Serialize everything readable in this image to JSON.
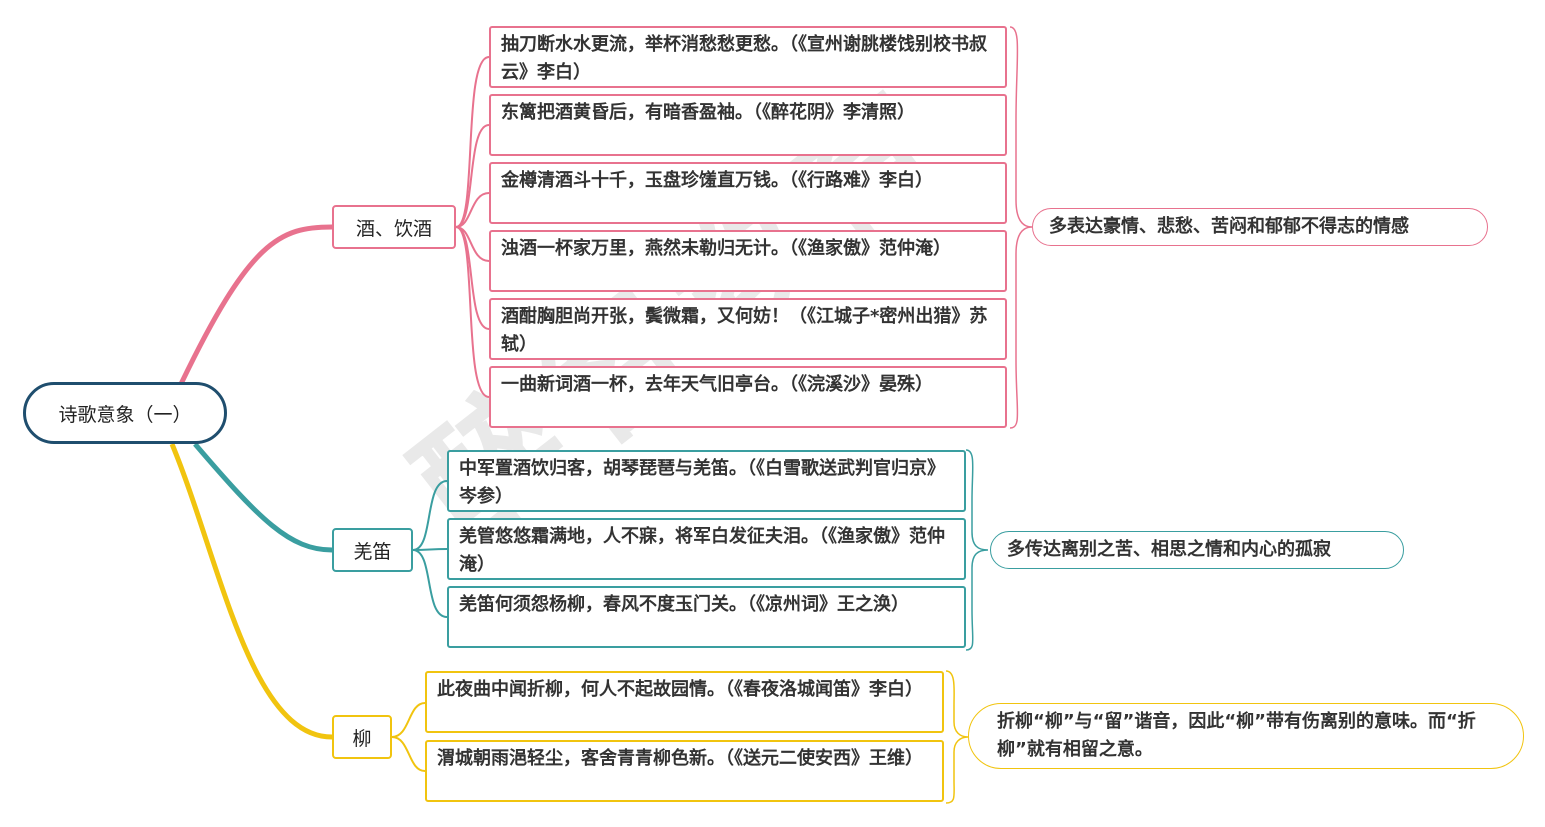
{
  "watermark": "醉智教育",
  "colors": {
    "root": "#1f4e6e",
    "wine": "#e8728e",
    "flute": "#3a9ea0",
    "willow": "#f1c40f"
  },
  "root": {
    "label": "诗歌意象（一）"
  },
  "branches": [
    {
      "label": "酒、饮酒",
      "summary": "多表达豪情、悲愁、苦闷和郁郁不得志的情感",
      "leaves": [
        "抽刀断水水更流，举杯消愁愁更愁。（《宣州谢朓楼饯别校书叔云》李白）",
        "东篱把酒黄昏后，有暗香盈袖。（《醉花阴》李清照）",
        "金樽清酒斗十千，玉盘珍馐直万钱。（《行路难》李白）",
        "浊酒一杯家万里，燕然未勒归无计。（《渔家傲》范仲淹）",
        "酒酣胸胆尚开张，鬓微霜，又何妨！（《江城子*密州出猎》苏轼）",
        "一曲新词酒一杯，去年天气旧亭台。（《浣溪沙》晏殊）"
      ]
    },
    {
      "label": "羌笛",
      "summary": "多传达离别之苦、相思之情和内心的孤寂",
      "leaves": [
        "中军置酒饮归客，胡琴琵琶与羌笛。（《白雪歌送武判官归京》岑参）",
        "羌管悠悠霜满地，人不寐，将军白发征夫泪。（《渔家傲》范仲淹）",
        "羌笛何须怨杨柳，春风不度玉门关。（《凉州词》王之涣）"
      ]
    },
    {
      "label": "柳",
      "summary": "折柳“柳”与“留”谐音，因此“柳”带有伤离别的意味。而“折柳”就有相留之意。",
      "leaves": [
        "此夜曲中闻折柳，何人不起故园情。（《春夜洛城闻笛》李白）",
        "渭城朝雨浥轻尘，客舍青青柳色新。（《送元二使安西》王维）"
      ]
    }
  ]
}
